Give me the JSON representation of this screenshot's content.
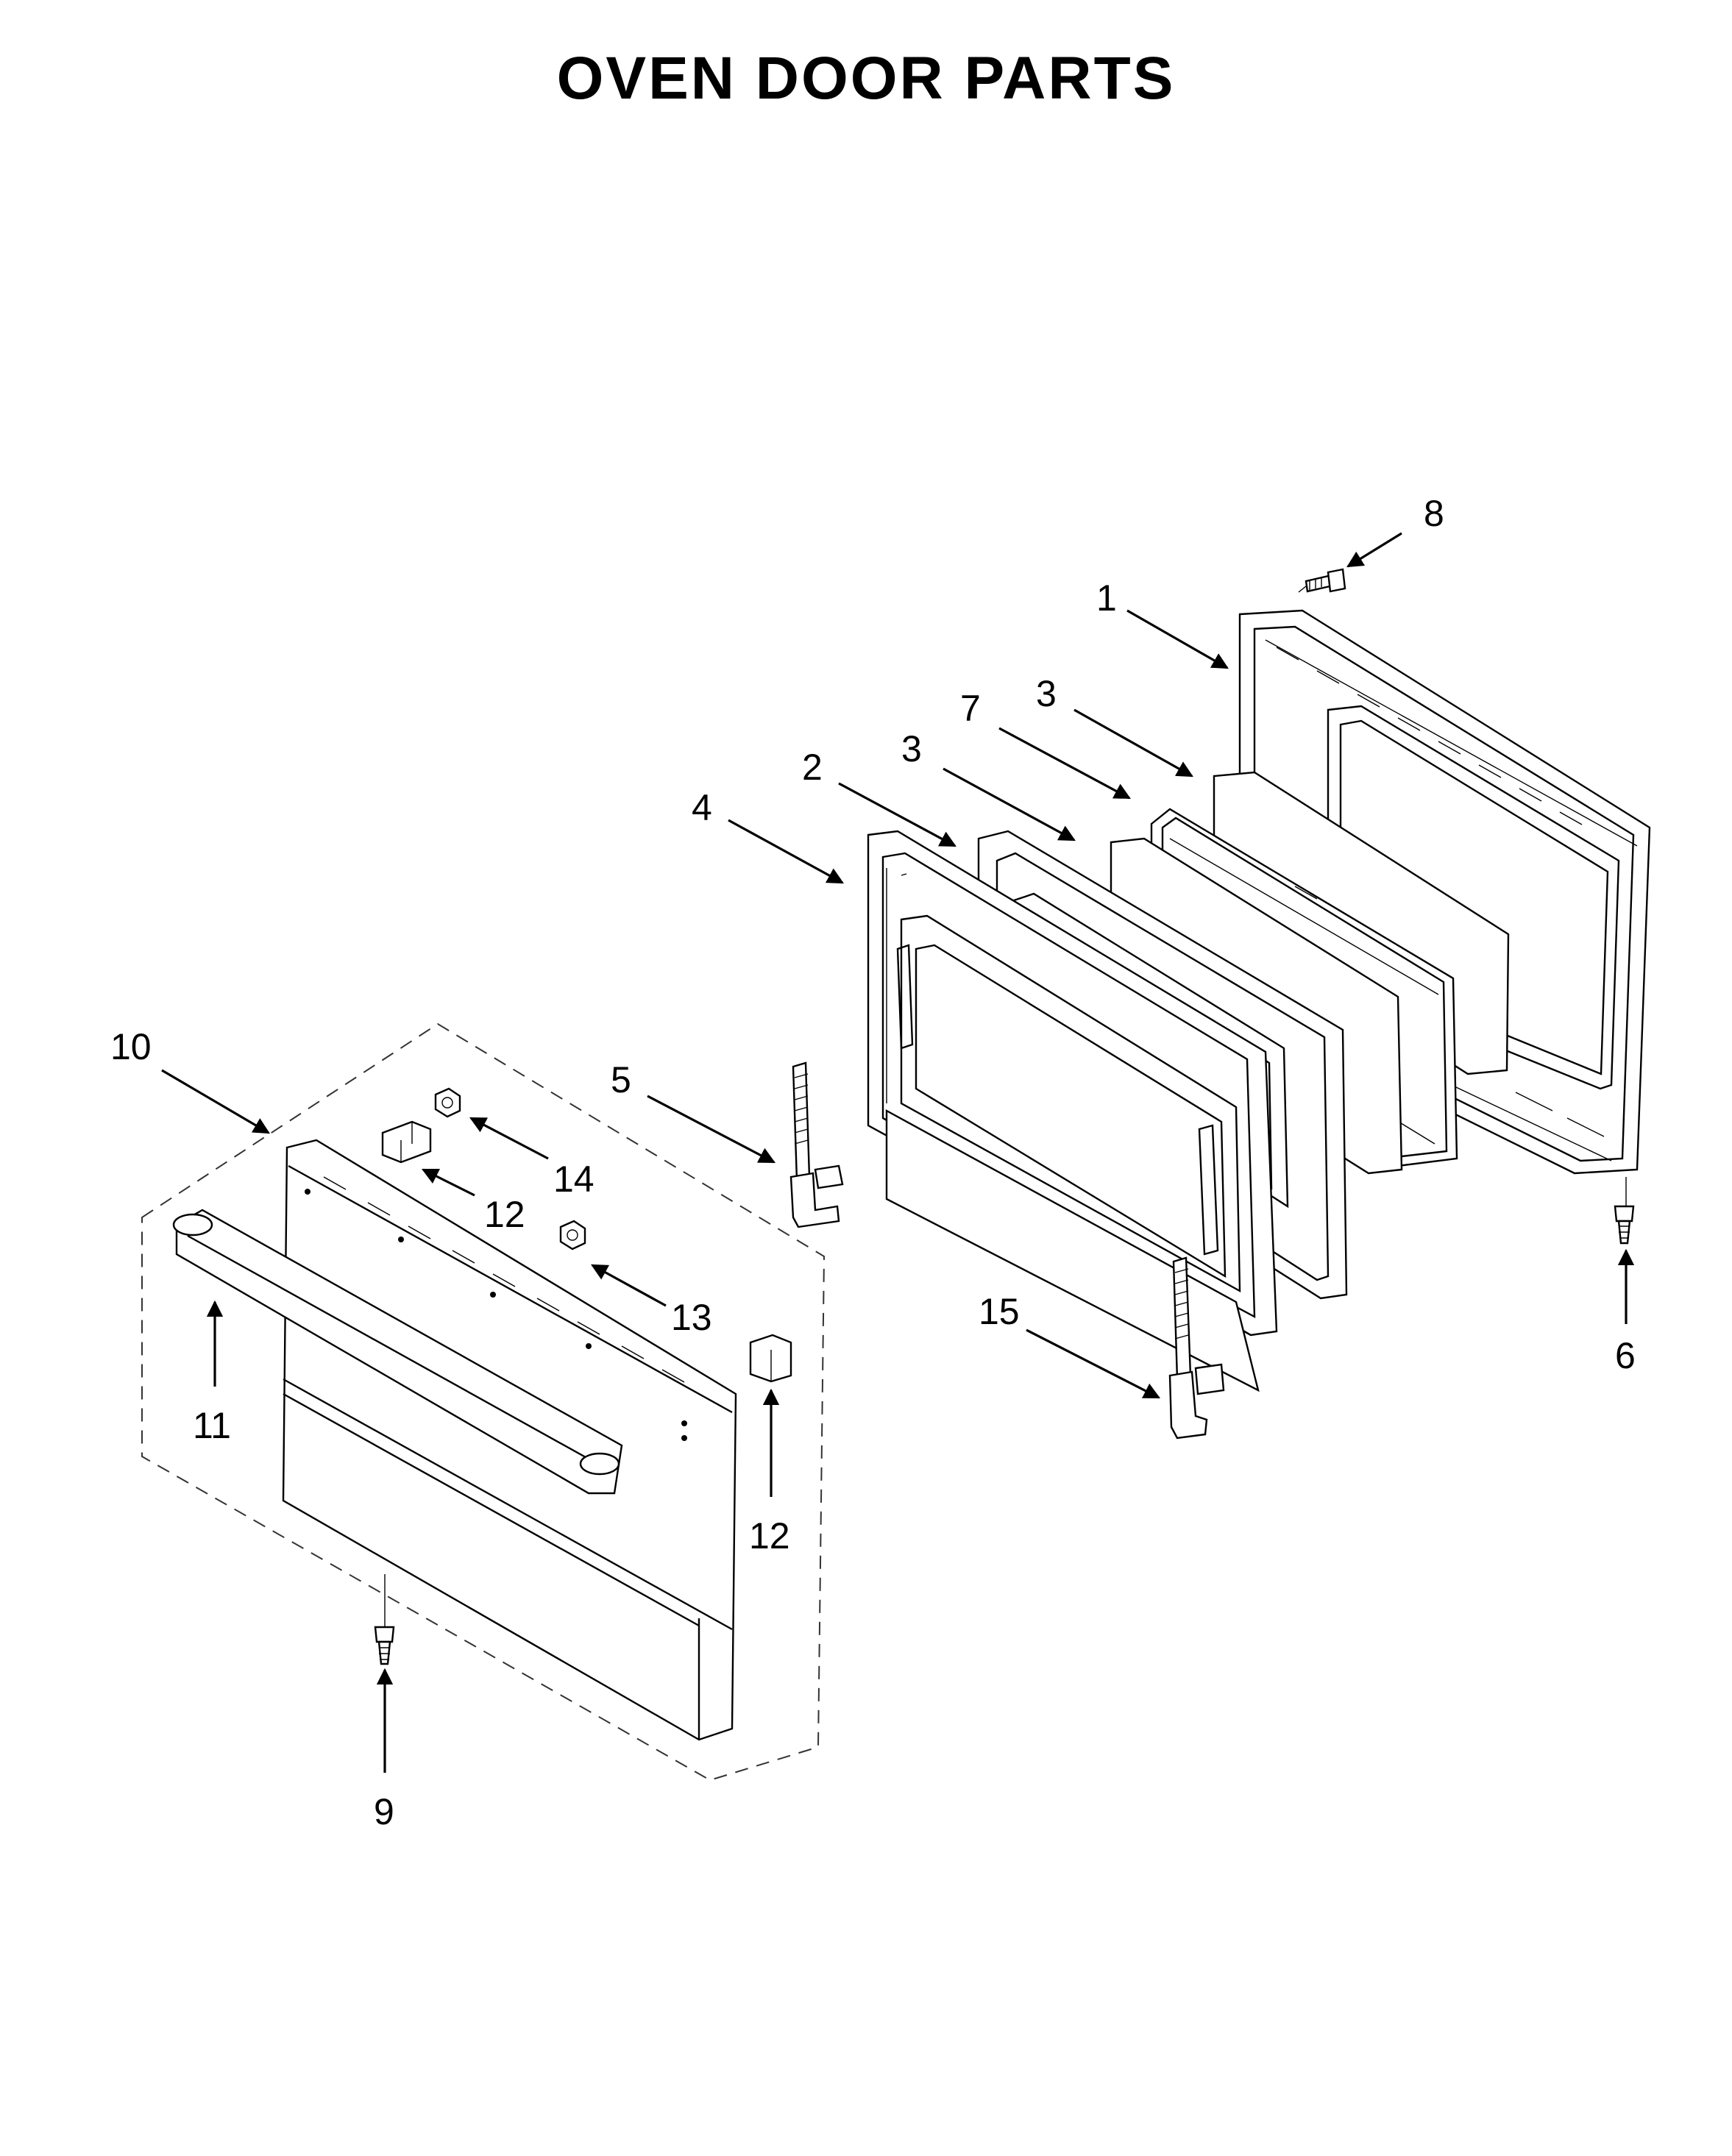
{
  "title": "OVEN DOOR PARTS",
  "callouts": [
    "1",
    "2",
    "3",
    "3",
    "4",
    "5",
    "6",
    "7",
    "8",
    "9",
    "10",
    "11",
    "12",
    "12",
    "13",
    "14",
    "15"
  ]
}
